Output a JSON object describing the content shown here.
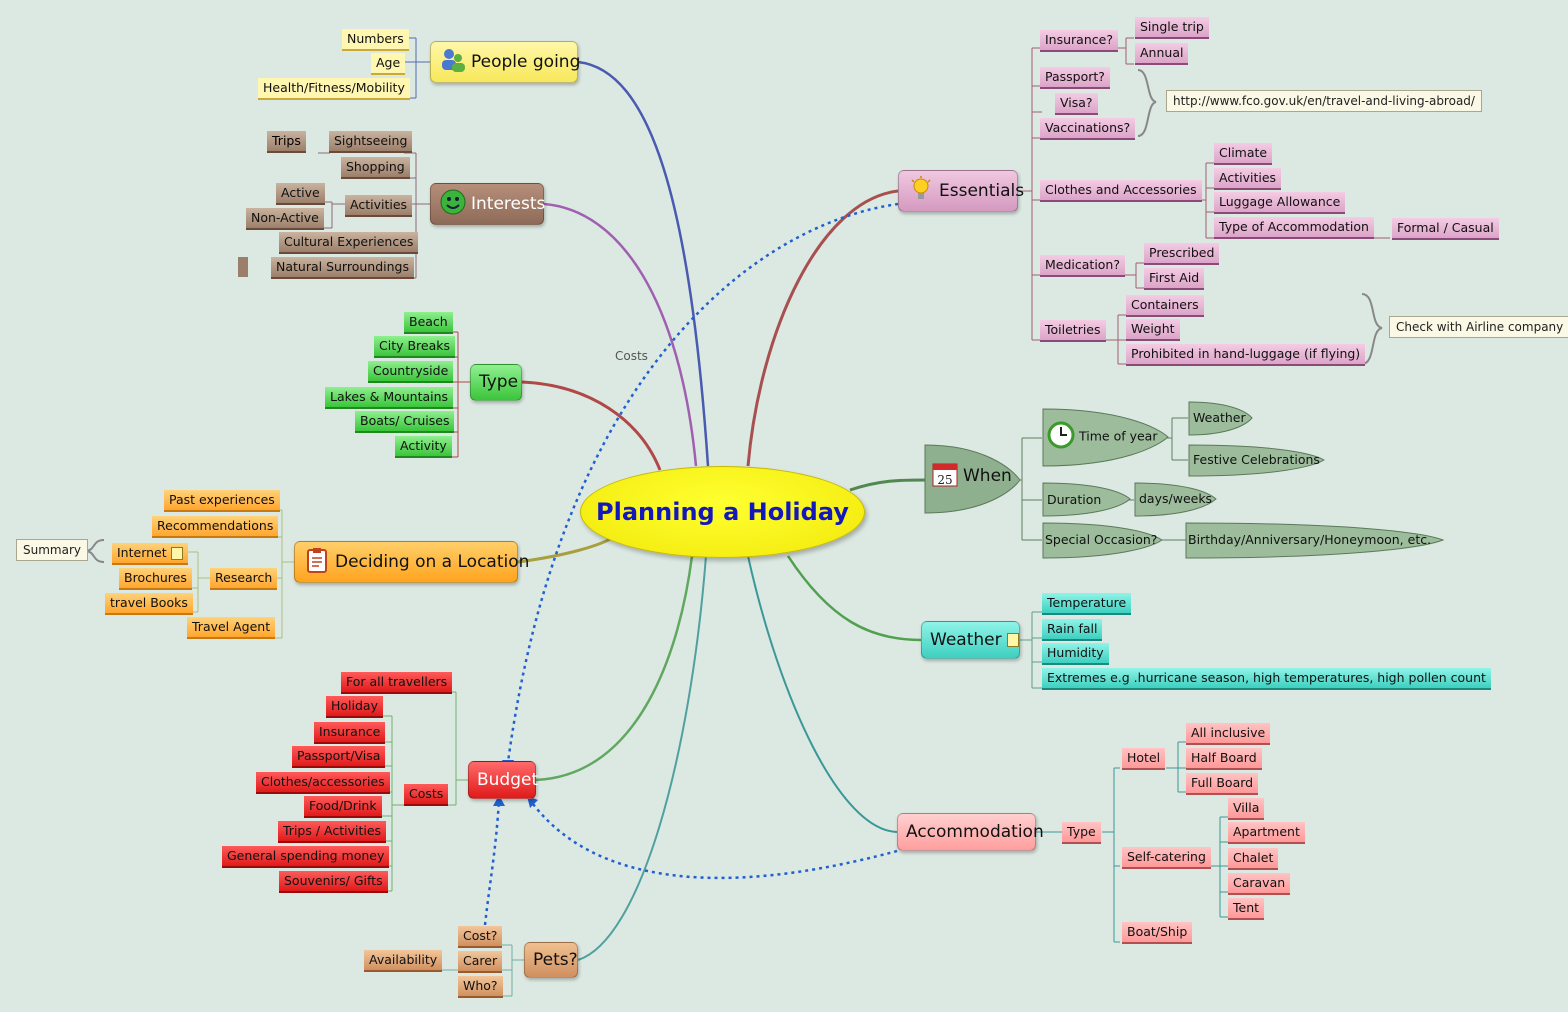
{
  "title": "Planning a Holiday",
  "relationship_label": "Costs",
  "people_going": {
    "label": "People going",
    "icon": "people-icon",
    "color": "#fff48a",
    "items": [
      "Numbers",
      "Age",
      "Health/Fitness/Mobility"
    ]
  },
  "interests": {
    "label": "Interests",
    "icon": "smiley-icon",
    "color": "#a07e6a",
    "trips": "Trips",
    "sightseeing": "Sightseeing",
    "shopping": "Shopping",
    "activities": "Activities",
    "active": "Active",
    "non_active": "Non-Active",
    "cultural": "Cultural Experiences",
    "natural": "Natural Surroundings"
  },
  "type": {
    "label": "Type",
    "color": "#57d457",
    "items": [
      "Beach",
      "City Breaks",
      "Countryside",
      "Lakes & Mountains",
      "Boats/ Cruises",
      "Activity"
    ]
  },
  "location": {
    "label": "Deciding on a Location",
    "icon": "clipboard-icon",
    "color": "#ffb33a",
    "past": "Past experiences",
    "recommendations": "Recommendations",
    "research": "Research",
    "internet": "Internet",
    "brochures": "Brochures",
    "travel_books": "travel Books",
    "travel_agent": "Travel Agent",
    "summary": "Summary"
  },
  "budget": {
    "label": "Budget",
    "color": "#f03030",
    "for_all": "For all travellers",
    "costs": "Costs",
    "cost_items": [
      "Holiday",
      "Insurance",
      "Passport/Visa",
      "Clothes/accessories",
      "Food/Drink",
      "Trips / Activities",
      "General spending money",
      "Souvenirs/ Gifts"
    ]
  },
  "pets": {
    "label": "Pets?",
    "color": "#e0a070",
    "cost": "Cost?",
    "carer": "Carer",
    "who": "Who?",
    "availability": "Availability"
  },
  "essentials": {
    "label": "Essentials",
    "icon": "lightbulb-icon",
    "color": "#d8a8c8",
    "insurance": "Insurance?",
    "single_trip": "Single trip",
    "annual": "Annual",
    "passport": "Passport?",
    "visa": "Visa?",
    "vaccinations": "Vaccinations?",
    "fco_url": "http://www.fco.gov.uk/en/travel-and-living-abroad/",
    "clothes": "Clothes and Accessories",
    "climate": "Climate",
    "activities": "Activities",
    "luggage": "Luggage Allowance",
    "type_accom": "Type of Accommodation",
    "formal": "Formal / Casual",
    "medication": "Medication?",
    "prescribed": "Prescribed",
    "first_aid": "First Aid",
    "toiletries": "Toiletries",
    "containers": "Containers",
    "weight": "Weight",
    "prohibited": "Prohibited in hand-luggage (if flying)",
    "airline_note": "Check with Airline company"
  },
  "when": {
    "label": "When",
    "icon": "calendar-icon",
    "calendar_day": "25",
    "time_of_year": "Time of year",
    "weather": "Weather",
    "festive": "Festive Celebrations",
    "duration": "Duration",
    "days_weeks": "days/weeks",
    "special": "Special Occasion?",
    "birthday": "Birthday/Anniversary/Honeymoon, etc."
  },
  "weather": {
    "label": "Weather",
    "color": "#5ee0d0",
    "items": [
      "Temperature",
      "Rain fall",
      "Humidity",
      "Extremes e.g .hurricane season, high temperatures, high pollen count"
    ]
  },
  "accommodation": {
    "label": "Accommodation",
    "color": "#ffb8b8",
    "type": "Type",
    "hotel": "Hotel",
    "hotel_items": [
      "All inclusive",
      "Half Board",
      "Full Board"
    ],
    "self_catering": "Self-catering",
    "sc_items": [
      "Villa",
      "Apartment",
      "Chalet",
      "Caravan",
      "Tent"
    ],
    "boat": "Boat/Ship"
  }
}
